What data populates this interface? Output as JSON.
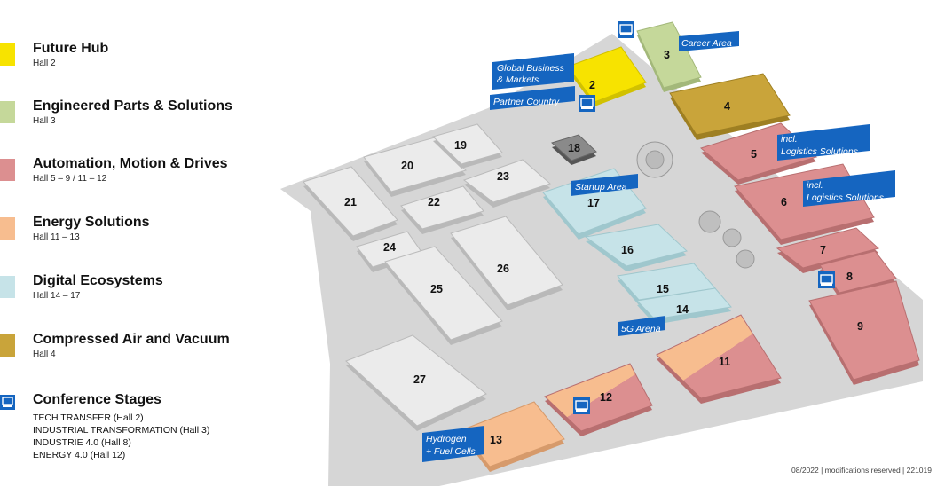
{
  "legend": {
    "items": [
      {
        "title": "Future Hub",
        "sub": "Hall 2",
        "color": "#f7e300"
      },
      {
        "title": "Engineered Parts & Solutions",
        "sub": "Hall 3",
        "color": "#c5d89a"
      },
      {
        "title": "Automation, Motion & Drives",
        "sub": "Hall 5 – 9 / 11 – 12",
        "color": "#dc8f90"
      },
      {
        "title": "Energy Solutions",
        "sub": "Hall 11 – 13",
        "color": "#f7bd8f"
      },
      {
        "title": "Digital Ecosystems",
        "sub": "Hall 14 – 17",
        "color": "#c6e3e8"
      },
      {
        "title": "Compressed Air and Vacuum",
        "sub": "Hall 4",
        "color": "#c9a43a"
      }
    ],
    "conference": {
      "title": "Conference Stages",
      "icon": "stage-icon",
      "lines": [
        "TECH TRANSFER (Hall 2)",
        "INDUSTRIAL TRANSFORMATION (Hall 3)",
        "INDUSTRIE 4.0 (Hall 8)",
        "ENERGY 4.0 (Hall 12)"
      ]
    }
  },
  "map": {
    "halls": [
      "2",
      "3",
      "4",
      "5",
      "6",
      "7",
      "8",
      "9",
      "11",
      "12",
      "13",
      "14",
      "15",
      "16",
      "17",
      "18",
      "19",
      "20",
      "21",
      "22",
      "23",
      "24",
      "25",
      "26",
      "27"
    ],
    "tags": {
      "career": "Career Area",
      "global_1": "Global Business",
      "global_2": "& Markets",
      "partner": "Partner Country",
      "logistics5_1": "incl.",
      "logistics5_2": "Logistics Solutions",
      "logistics6_1": "incl.",
      "logistics6_2": "Logistics Solutions",
      "startup": "Startup Area",
      "arena5g": "5G Arena",
      "hydrogen_1": "Hydrogen",
      "hydrogen_2": "+ Fuel Cells"
    },
    "colors": {
      "grey_hall": "#ebebeb",
      "ground": "#d6d6d6",
      "tag_blue": "#1565c0"
    }
  },
  "footer": "08/2022 | modifications reserved | 221019"
}
